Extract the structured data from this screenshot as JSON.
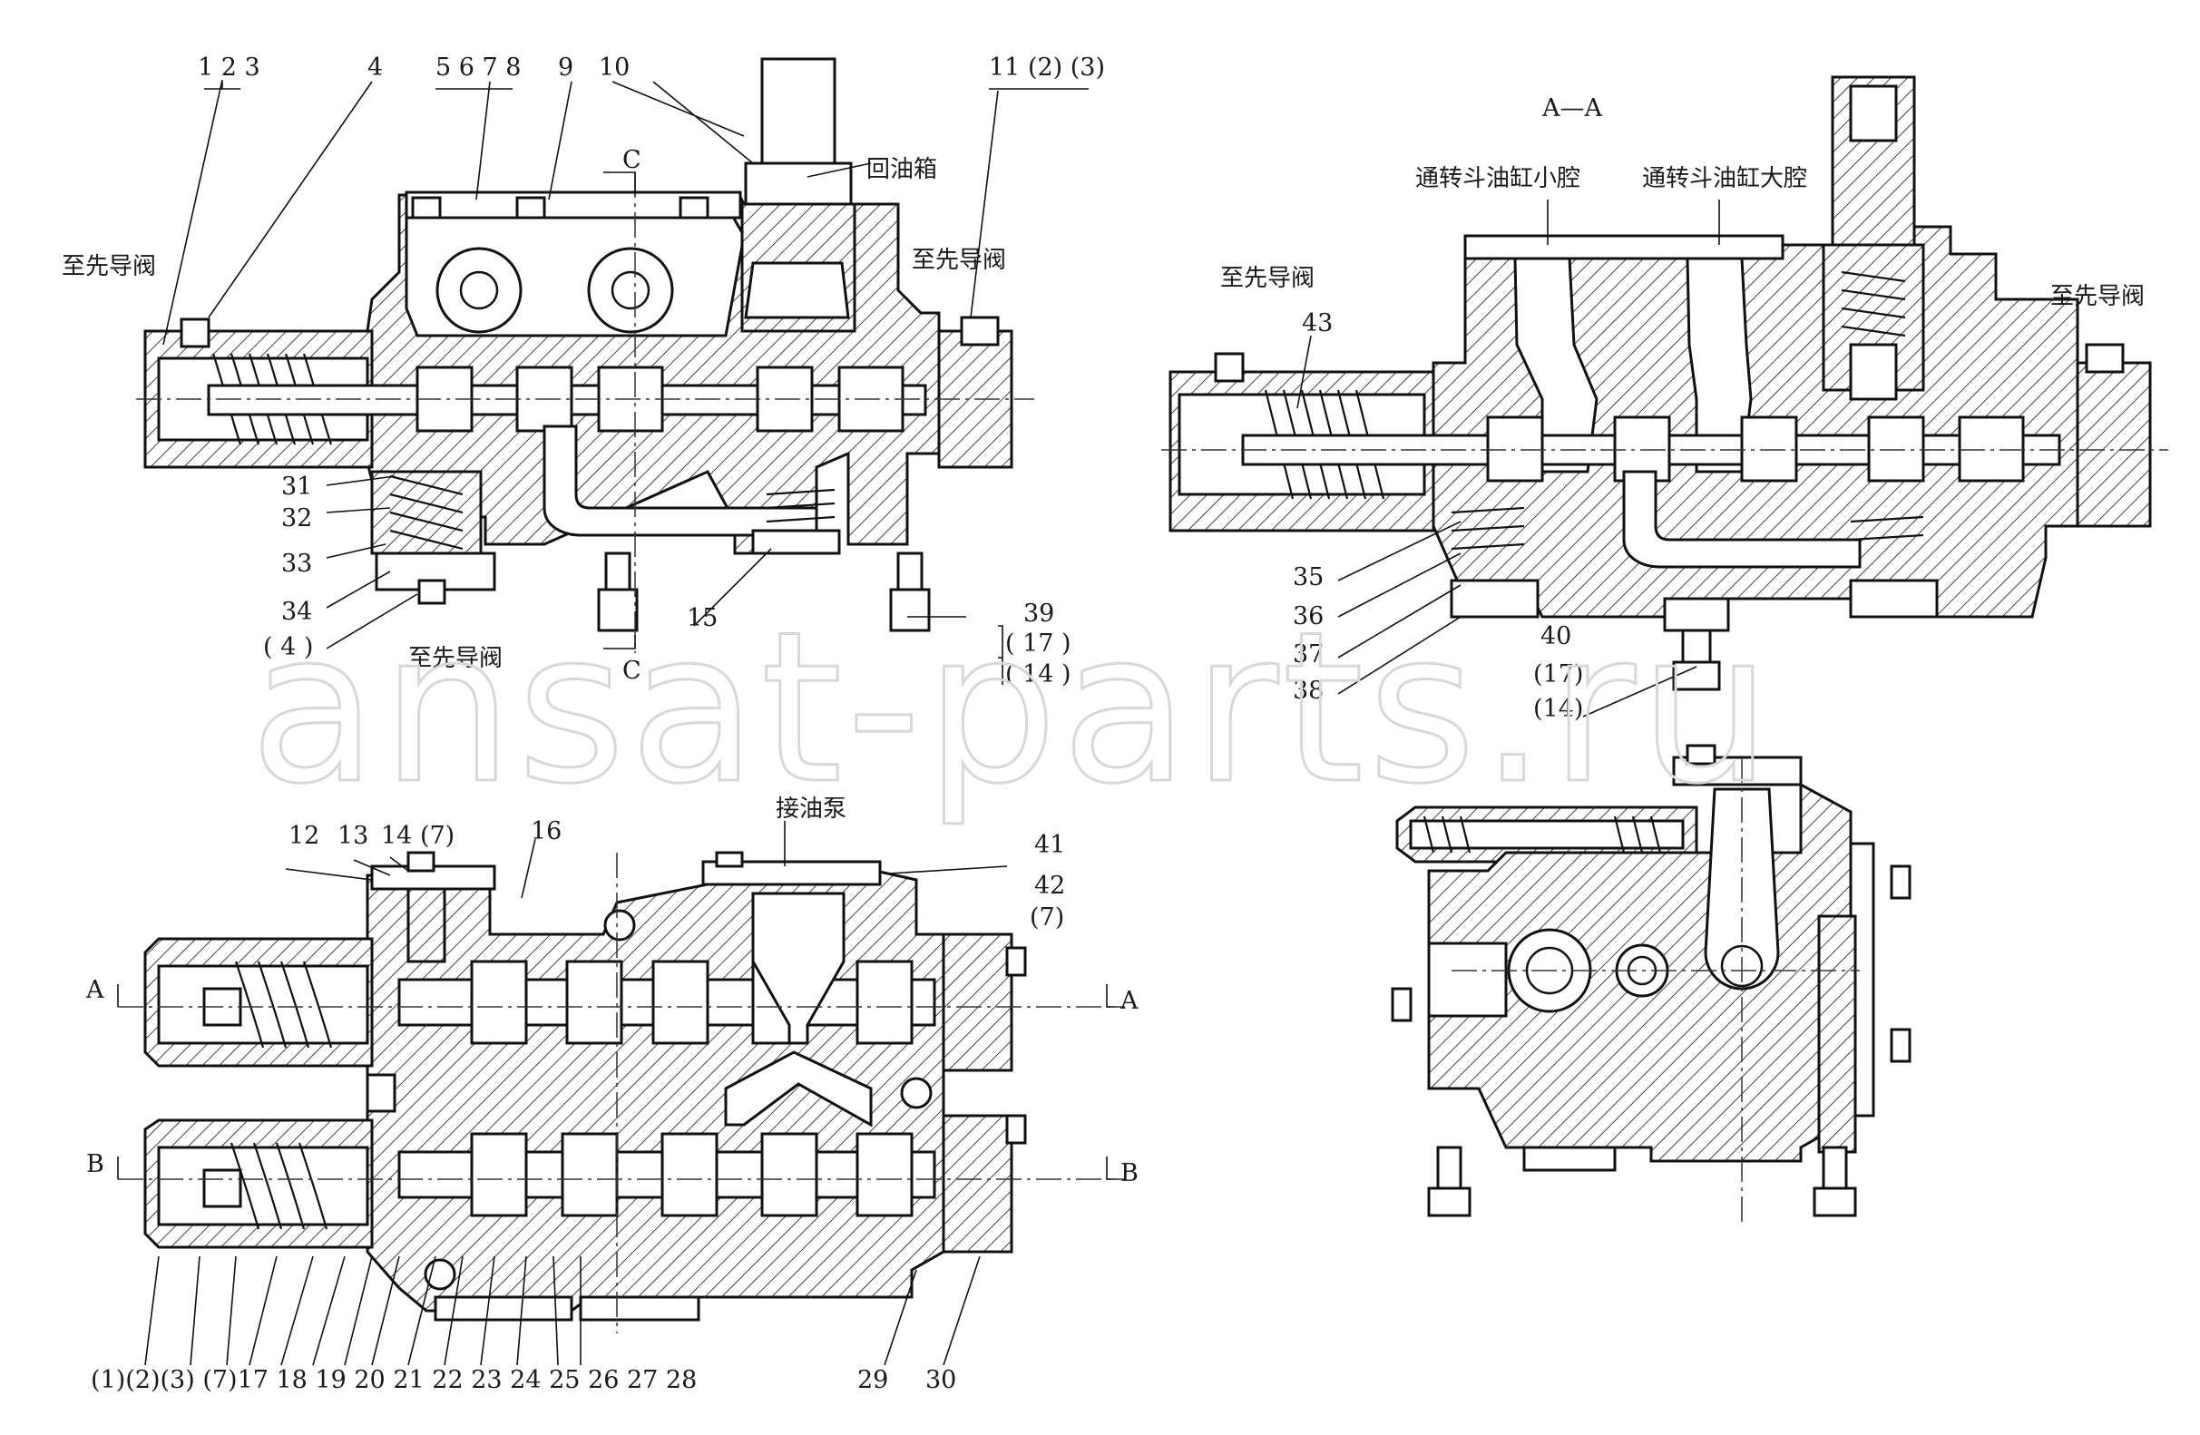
{
  "labels": {
    "top_view_numbers": {
      "n123": "1 2 3",
      "n4": "4",
      "n5678": "5 6 7 8",
      "n9": "9",
      "n10": "10",
      "n11": "11 (2) (3)",
      "n31": "31",
      "n32": "32",
      "n33": "33",
      "n34": "34",
      "n4p": "( 4 )",
      "n15": "15",
      "n39": "39",
      "n17p": "( 17 )",
      "n14p": "( 14 )",
      "sectionC_top": "C",
      "sectionC_bottom": "C"
    },
    "top_view_text": {
      "return_tank": "回油箱",
      "pilot_left": "至先导阀",
      "pilot_right": "至先导阀",
      "pilot_bottom": "至先导阀"
    },
    "section_aa": {
      "title": "A—A",
      "bucket_small": "通转斗油缸小腔",
      "bucket_large": "通转斗油缸大腔",
      "pilot_left": "至先导阀",
      "pilot_right": "至先导阀",
      "n43": "43",
      "n35": "35",
      "n36": "36",
      "n37": "37",
      "n38": "38",
      "n40": "40",
      "n17p": "(17)",
      "n14p": "(14)"
    },
    "bottom_view": {
      "pump": "接油泵",
      "n12": "12",
      "n13": "13",
      "n14_7": "14  (7)",
      "n16": "16",
      "n41": "41",
      "n42": "42",
      "n7p": "(7)",
      "markA": "A",
      "markB": "B",
      "markA_r": "A",
      "markB_r": "B",
      "bottom_row": "(1)(2)(3)  (7)17  18 19 20 21 22 23 24 25 26 27 28",
      "n29": "29",
      "n30": "30"
    },
    "watermark": "ansat-parts.ru"
  }
}
